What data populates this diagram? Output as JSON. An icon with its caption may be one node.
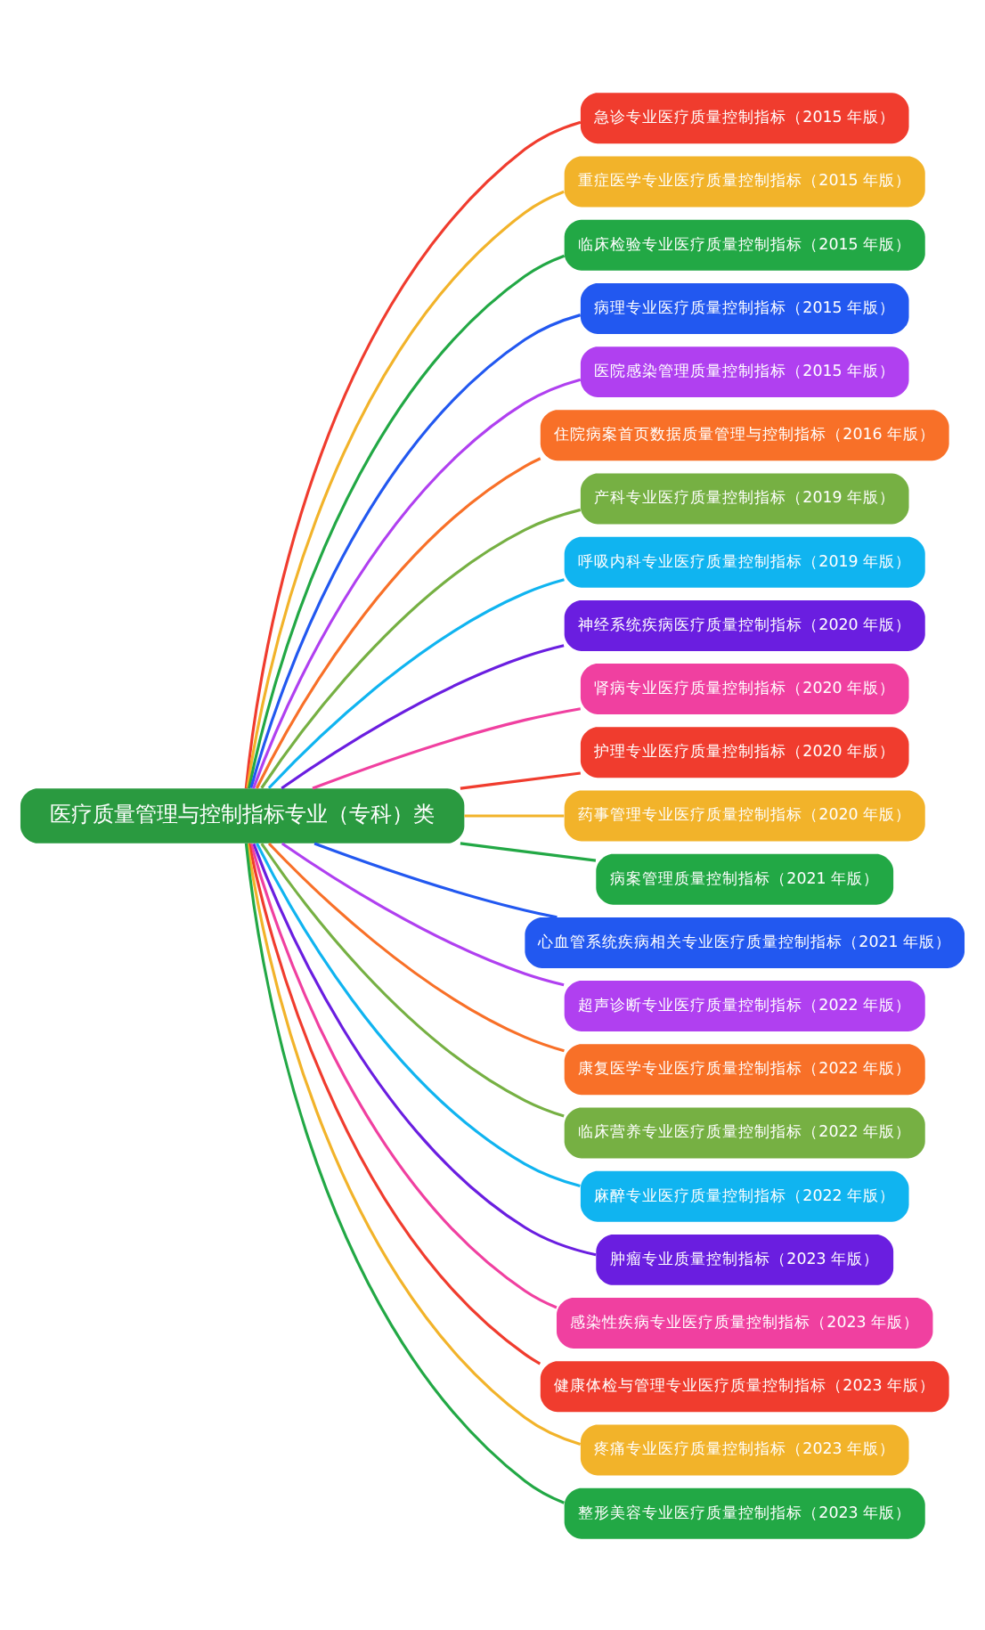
{
  "diagram": {
    "nodes": [
      {
        "text": [
          "医疗质量管理与控制指标专业（专科）类"
        ]
      },
      {
        "text": [
          "急诊专业医疗质量控制指标（2015 年版）"
        ]
      },
      {
        "text": [
          "重症医学专业医疗质量控制指标（2015 年版）"
        ]
      },
      {
        "text": [
          "临床检验专业医疗质量控制指标（2015 年版）"
        ]
      },
      {
        "text": [
          "病理专业医疗质量控制指标（2015 年版）"
        ]
      },
      {
        "text": [
          "医院感染管理质量控制指标（2015 年版）"
        ]
      },
      {
        "text": [
          "住院病案首页数据质量管理与控制指标（2016 年版）"
        ]
      },
      {
        "text": [
          "产科专业医疗质量控制指标（2019 年版）"
        ]
      },
      {
        "text": [
          "呼吸内科专业医疗质量控制指标（2019 年版）"
        ]
      },
      {
        "text": [
          "神经系统疾病医疗质量控制指标（2020 年版）"
        ]
      },
      {
        "text": [
          "肾病专业医疗质量控制指标（2020 年版）"
        ]
      },
      {
        "text": [
          "护理专业医疗质量控制指标（2020 年版）"
        ]
      },
      {
        "text": [
          "药事管理专业医疗质量控制指标（2020 年版）"
        ]
      },
      {
        "text": [
          "病案管理质量控制指标（2021 年版）"
        ]
      },
      {
        "text": [
          "心血管系统疾病相关专业医疗质量控制指标（2021 年版）"
        ]
      },
      {
        "text": [
          "超声诊断专业医疗质量控制指标（2022 年版）"
        ]
      },
      {
        "text": [
          "康复医学专业医疗质量控制指标（2022 年版）"
        ]
      },
      {
        "text": [
          "临床营养专业医疗质量控制指标（2022 年版）"
        ]
      },
      {
        "text": [
          "麻醉专业医疗质量控制指标（2022 年版）"
        ]
      },
      {
        "text": [
          "肿瘤专业质量控制指标（2023 年版）"
        ]
      },
      {
        "text": [
          "感染性疾病专业医疗质量控制指标（2023 年版）"
        ]
      },
      {
        "text": [
          "健康体检与管理专业医疗质量控制指标（2023 年版）"
        ]
      },
      {
        "text": [
          "疼痛专业医疗质量控制指标（2023 年版）"
        ]
      },
      {
        "text": [
          "整形美容专业医疗质量控制指标（2023 年版）"
        ]
      }
    ],
    "edges": [
      {
        "from": 0,
        "to": 1,
        "arrow": "none",
        "color": "#f03c2e"
      },
      {
        "from": 0,
        "to": 2,
        "arrow": "none",
        "color": "#f2b32a"
      },
      {
        "from": 0,
        "to": 3,
        "arrow": "none",
        "color": "#22a845"
      },
      {
        "from": 0,
        "to": 4,
        "arrow": "none",
        "color": "#2258f0"
      },
      {
        "from": 0,
        "to": 5,
        "arrow": "none",
        "color": "#b040f0"
      },
      {
        "from": 0,
        "to": 6,
        "arrow": "none",
        "color": "#f87028"
      },
      {
        "from": 0,
        "to": 7,
        "arrow": "none",
        "color": "#76b043"
      },
      {
        "from": 0,
        "to": 8,
        "arrow": "none",
        "color": "#10b4f0"
      },
      {
        "from": 0,
        "to": 9,
        "arrow": "none",
        "color": "#6a1ee0"
      },
      {
        "from": 0,
        "to": 10,
        "arrow": "none",
        "color": "#f040a0"
      },
      {
        "from": 0,
        "to": 11,
        "arrow": "none",
        "color": "#f03c2e"
      },
      {
        "from": 0,
        "to": 12,
        "arrow": "none",
        "color": "#f2b32a"
      },
      {
        "from": 0,
        "to": 13,
        "arrow": "none",
        "color": "#22a845"
      },
      {
        "from": 0,
        "to": 14,
        "arrow": "none",
        "color": "#2258f0"
      },
      {
        "from": 0,
        "to": 15,
        "arrow": "none",
        "color": "#b040f0"
      },
      {
        "from": 0,
        "to": 16,
        "arrow": "none",
        "color": "#f87028"
      },
      {
        "from": 0,
        "to": 17,
        "arrow": "none",
        "color": "#76b043"
      },
      {
        "from": 0,
        "to": 18,
        "arrow": "none",
        "color": "#10b4f0"
      },
      {
        "from": 0,
        "to": 19,
        "arrow": "none",
        "color": "#6a1ee0"
      },
      {
        "from": 0,
        "to": 20,
        "arrow": "none",
        "color": "#f040a0"
      },
      {
        "from": 0,
        "to": 21,
        "arrow": "none",
        "color": "#f03c2e"
      },
      {
        "from": 0,
        "to": 22,
        "arrow": "none",
        "color": "#f2b32a"
      },
      {
        "from": 0,
        "to": 23,
        "arrow": "none",
        "color": "#22a845"
      }
    ]
  }
}
